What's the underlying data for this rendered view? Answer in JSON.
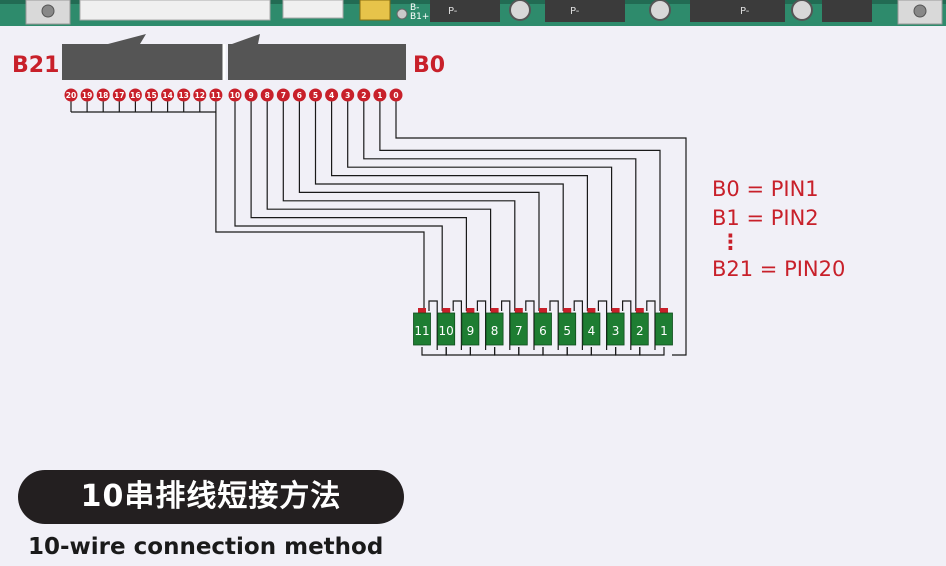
{
  "connector": {
    "left_label": "B21",
    "right_label": "B0",
    "pins_left": [
      "20",
      "19",
      "18",
      "17",
      "16",
      "15",
      "14",
      "13",
      "12",
      "11"
    ],
    "pins_right": [
      "10",
      "9",
      "8",
      "7",
      "6",
      "5",
      "4",
      "3",
      "2",
      "1",
      "0"
    ]
  },
  "cells": [
    "11",
    "10",
    "9",
    "8",
    "7",
    "6",
    "5",
    "4",
    "3",
    "2",
    "1"
  ],
  "pcb_labels": [
    "B-",
    "B1+",
    "P-",
    "P-",
    "P-"
  ],
  "mapping": {
    "line1": "B0 = PIN1",
    "line2": "B1 = PIN2",
    "ellipsis": "⋮",
    "line3": "B21 = PIN20"
  },
  "title": {
    "chinese": "10串排线短接方法",
    "english": "10-wire connection method"
  },
  "colors": {
    "pin_red": "#c8202a",
    "cell_green": "#1e7d32",
    "pcb_green": "#2e8b6c",
    "wire": "#1a1a1a",
    "background": "#f1f0f7"
  }
}
